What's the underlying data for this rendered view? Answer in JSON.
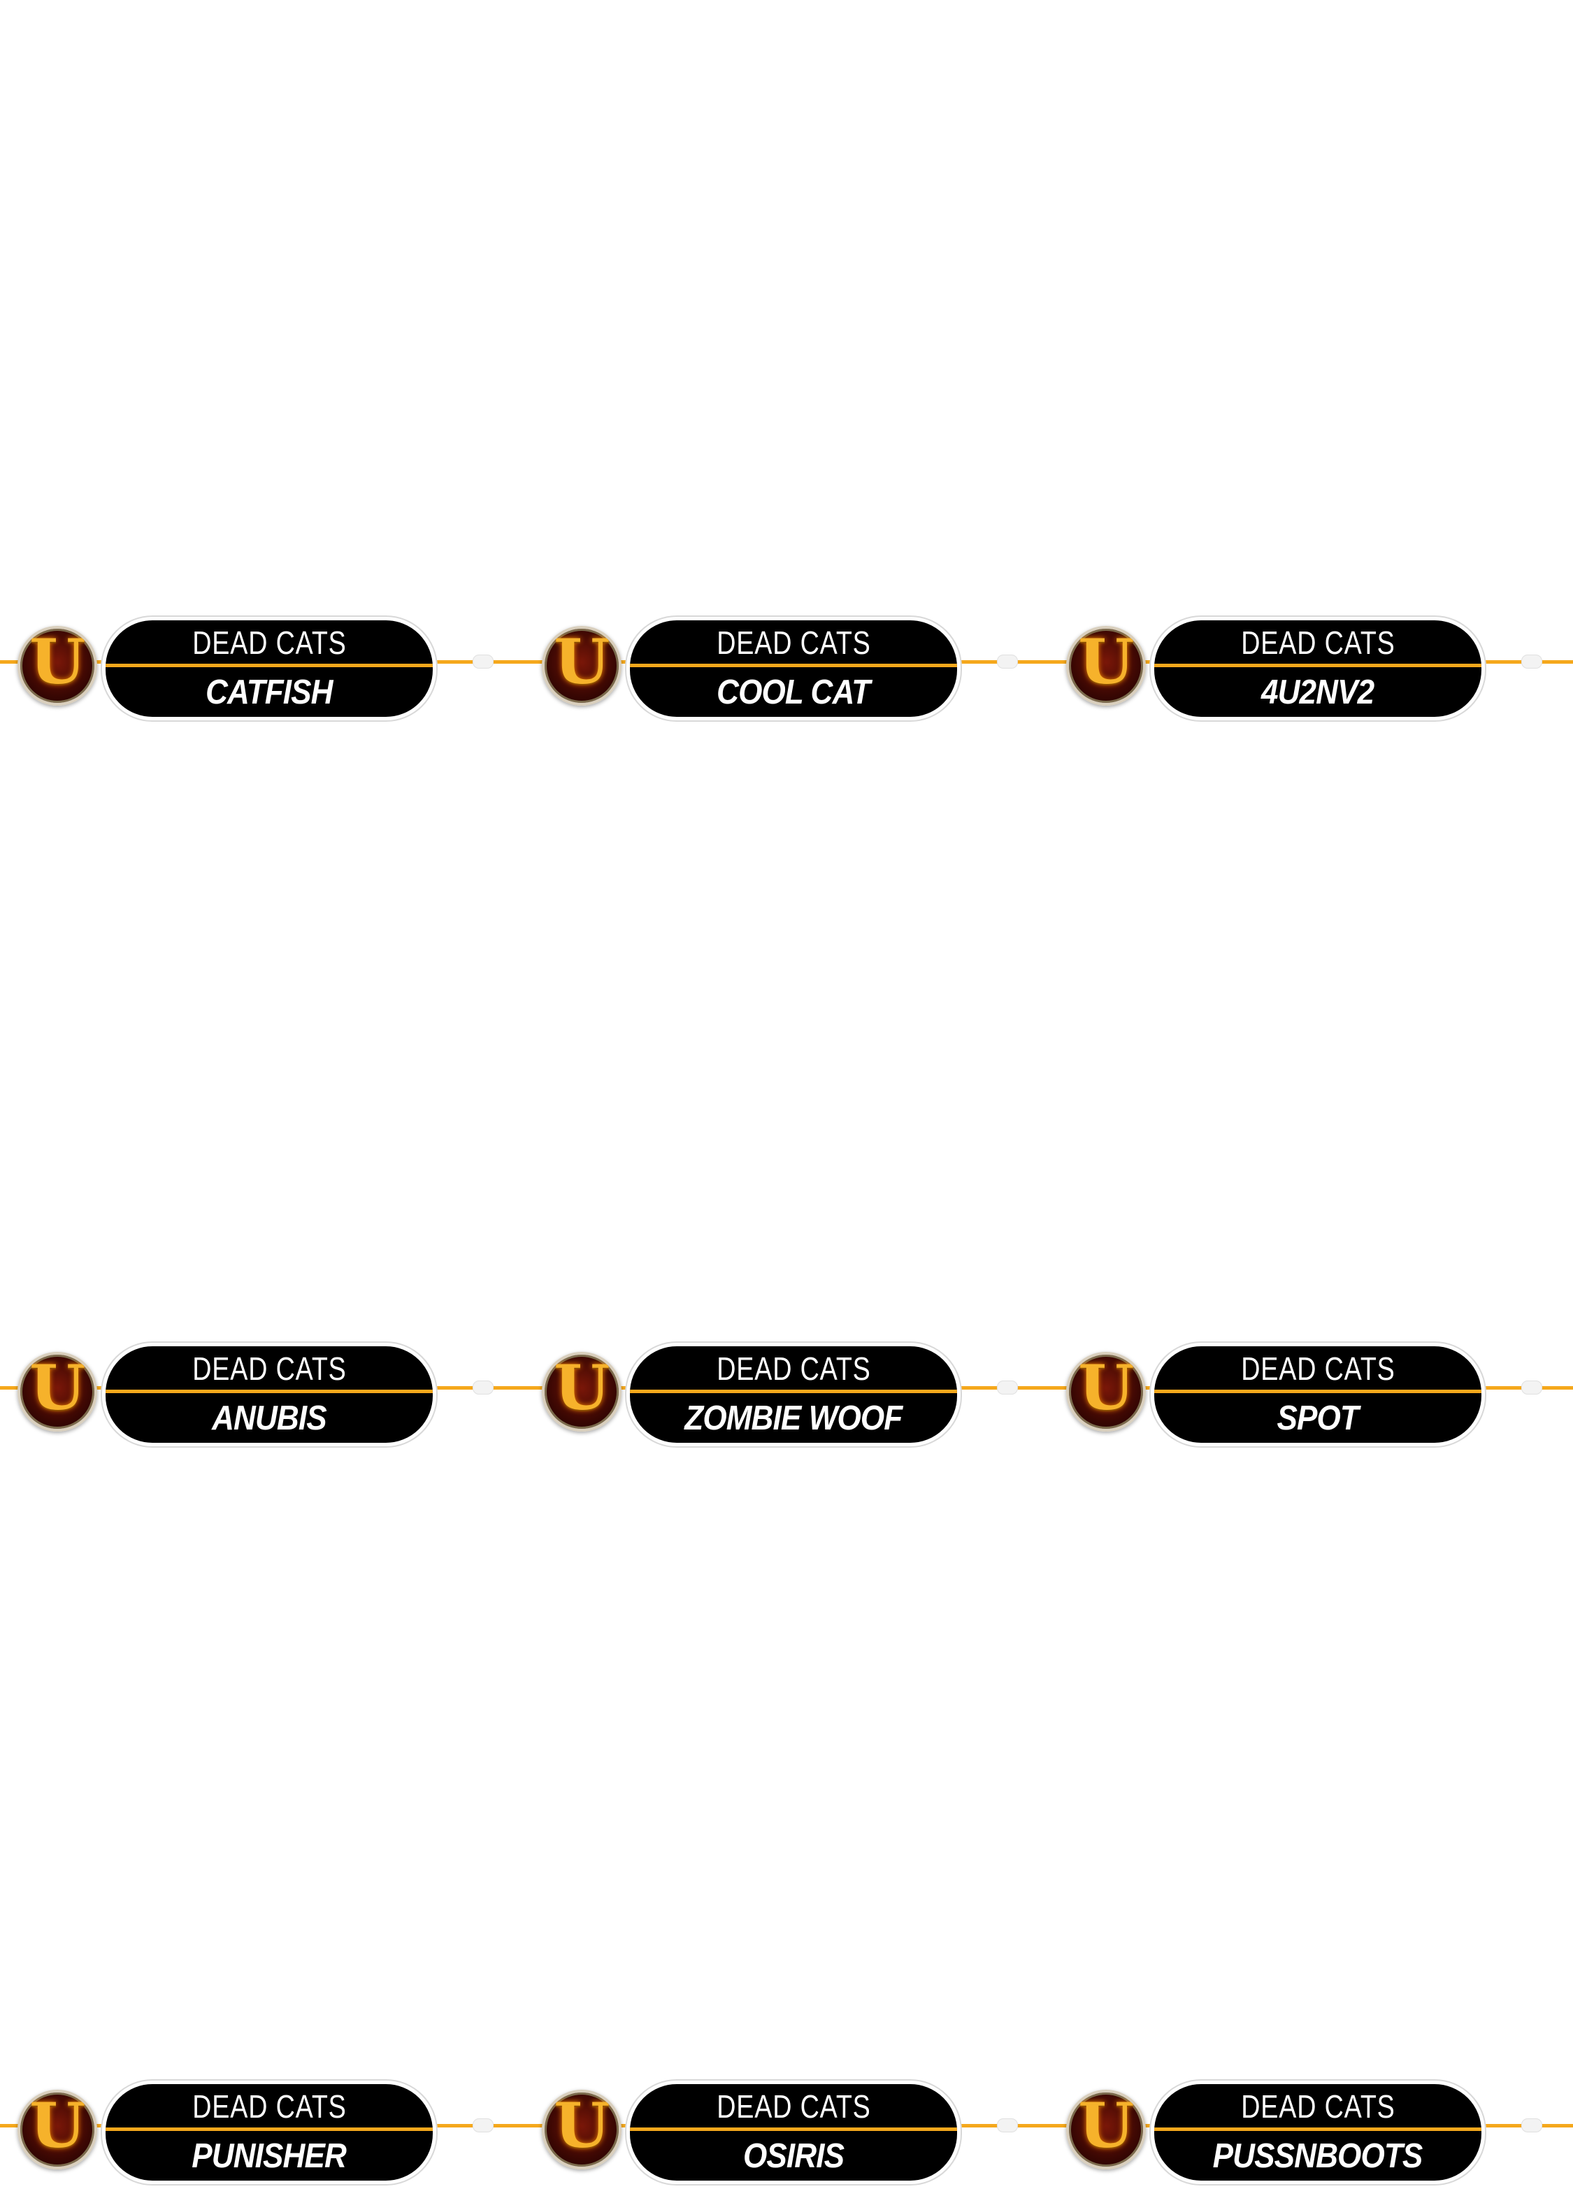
{
  "rows": [
    {
      "tags": [
        {
          "team": "DEAD CATS",
          "name": "CATFISH",
          "logo": "u-emblem-icon"
        },
        {
          "team": "DEAD CATS",
          "name": "COOL CAT",
          "logo": "u-emblem-icon"
        },
        {
          "team": "DEAD CATS",
          "name": "4U2NV2",
          "logo": "u-emblem-icon"
        }
      ]
    },
    {
      "tags": [
        {
          "team": "DEAD CATS",
          "name": "ANUBIS",
          "logo": "u-emblem-icon"
        },
        {
          "team": "DEAD CATS",
          "name": "ZOMBIE WOOF",
          "logo": "u-emblem-icon"
        },
        {
          "team": "DEAD CATS",
          "name": "SPOT",
          "logo": "u-emblem-icon"
        }
      ]
    },
    {
      "tags": [
        {
          "team": "DEAD CATS",
          "name": "PUNISHER",
          "logo": "u-emblem-icon"
        },
        {
          "team": "DEAD CATS",
          "name": "OSIRIS",
          "logo": "u-emblem-icon"
        },
        {
          "team": "DEAD CATS",
          "name": "PUSSNBOOTS",
          "logo": "u-emblem-icon"
        }
      ]
    }
  ],
  "colors": {
    "background": "#ffffff",
    "pill": "#000000",
    "accent_line": "#f5a81c",
    "text": "#ffffff",
    "logo_gold": "#f6b22b",
    "logo_red": "#7a1708"
  }
}
